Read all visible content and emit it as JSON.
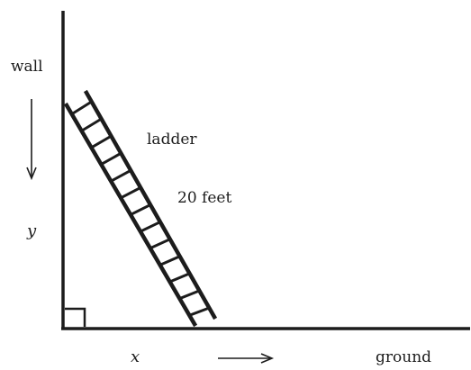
{
  "labels": {
    "wall": "wall",
    "ladder": "ladder",
    "length": "20 feet",
    "y_var": "y",
    "x_var": "x",
    "ground": "ground"
  },
  "annotations": {
    "right_angle": "right angle between wall and ground",
    "y_arrow": "down",
    "x_arrow": "right"
  },
  "ladder": {
    "length_ft": 20,
    "rungs": 13
  },
  "colors": {
    "ink": "#1c1c1c",
    "background": "#ffffff"
  }
}
